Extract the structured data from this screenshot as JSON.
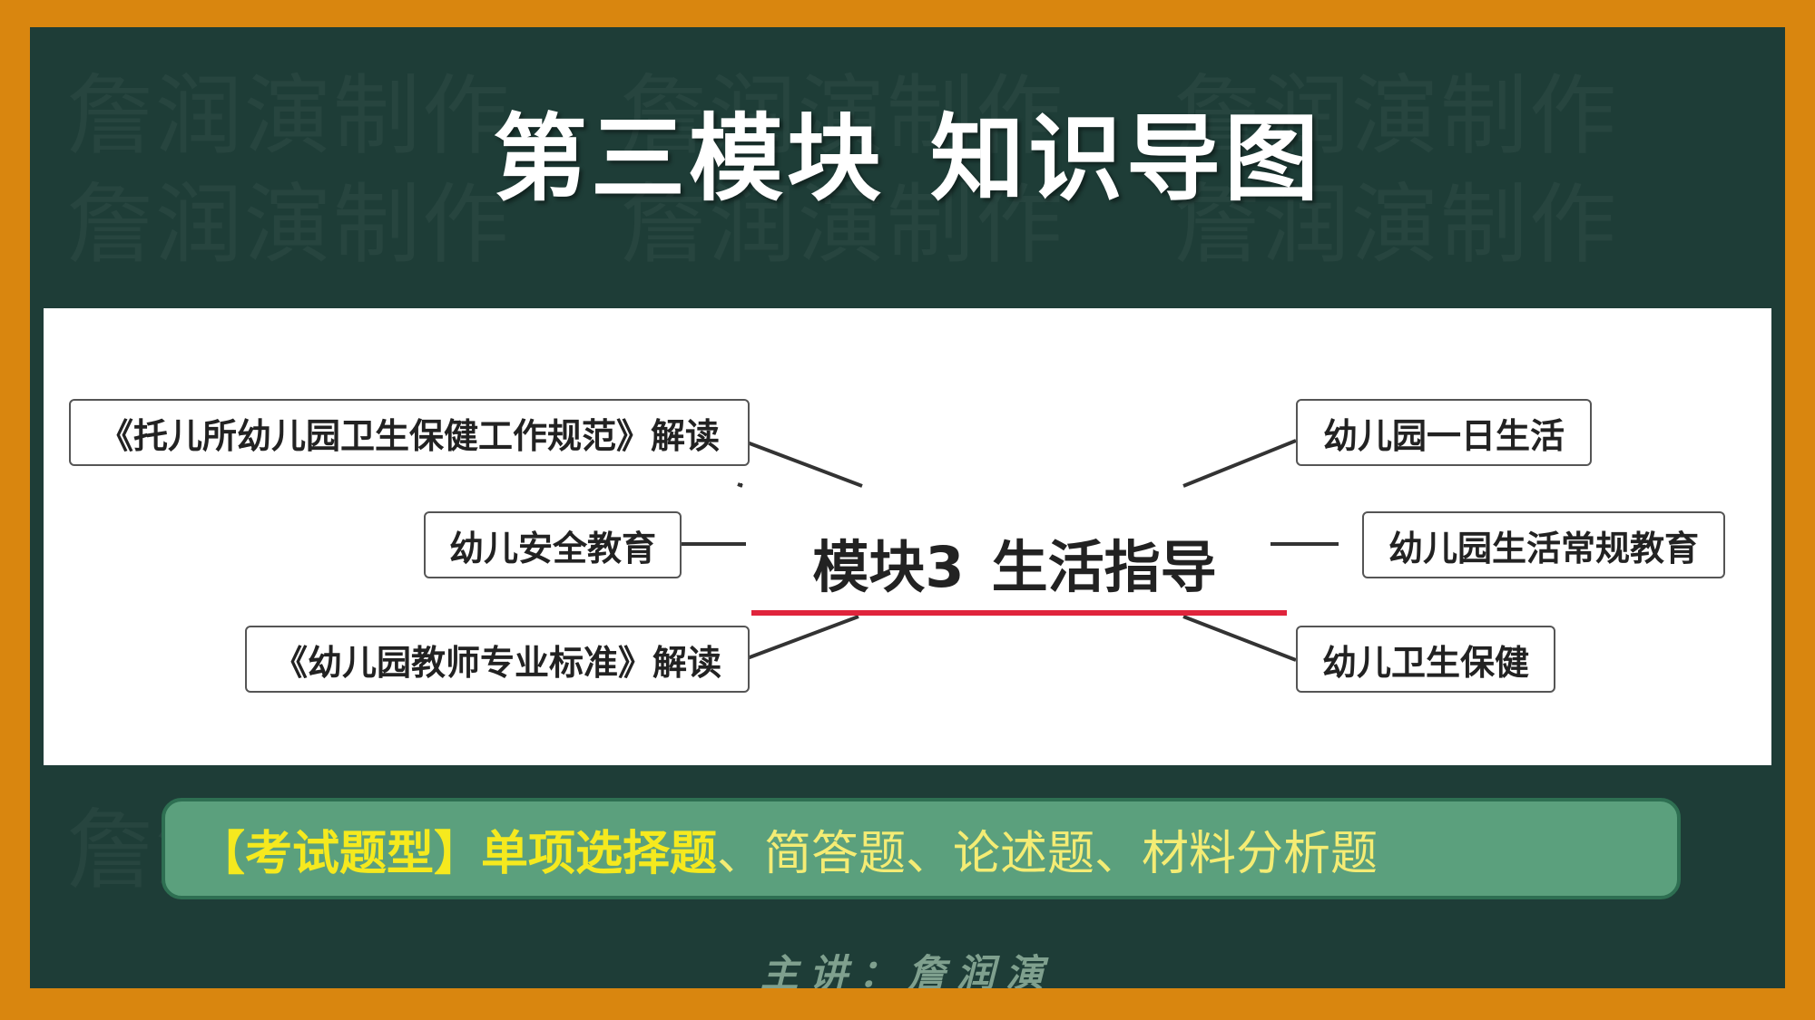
{
  "page": {
    "title_part1": "第三模块",
    "title_part2": "知识导图",
    "watermark": "詹润演制作"
  },
  "mindmap": {
    "center": {
      "part1": "模块3",
      "part2": "生活指导"
    },
    "left_nodes": [
      "《托儿所幼儿园卫生保健工作规范》解读",
      "幼儿安全教育",
      "《幼儿园教师专业标准》解读"
    ],
    "right_nodes": [
      "幼儿园一日生活",
      "幼儿园生活常规教育",
      "幼儿卫生保健"
    ]
  },
  "exam": {
    "tag": "【考试题型】",
    "highlight": "单项选择题",
    "rest": "、简答题、论述题、材料分析题"
  },
  "presenter": "主讲：詹润演",
  "colors": {
    "frame": "#D9860F",
    "board": "#1E3D37",
    "underline": "#E0243C",
    "exam_bar": "#5BA07D",
    "exam_text": "#F5E91E"
  }
}
